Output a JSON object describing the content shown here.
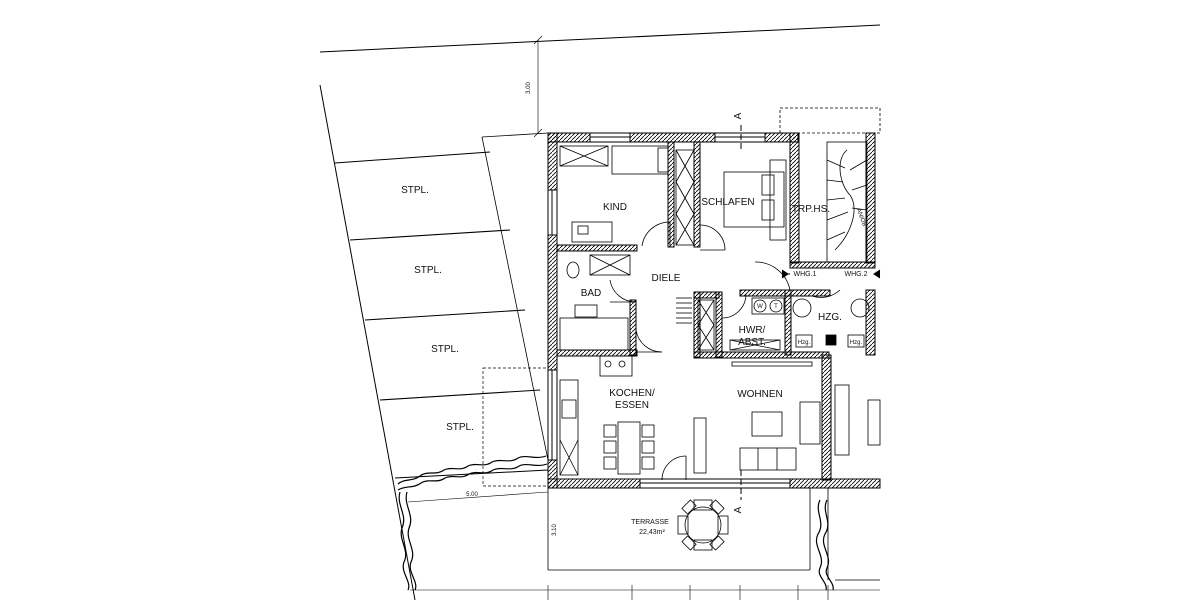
{
  "rooms": {
    "kind": "KIND",
    "schlafen": "SCHLAFEN",
    "trpphs": "TRP.HS.",
    "diele": "DIELE",
    "bad": "BAD",
    "hwr_line1": "HWR/",
    "hwr_line2": "ABST.",
    "hzg": "HZG.",
    "kochen_line1": "KOCHEN/",
    "kochen_line2": "ESSEN",
    "wohnen": "WOHNEN",
    "terrasse": "TERRASSE",
    "terrasse_area": "22,43m²"
  },
  "parking": [
    "STPL.",
    "STPL.",
    "STPL.",
    "STPL."
  ],
  "labels": {
    "whg1": "WHG.1",
    "whg2": "WHG.2",
    "section_top": "A",
    "section_bottom": "A",
    "hzg_tag_left": "Hzg.",
    "hzg_tag_right": "Hzg.",
    "washer": "W",
    "dryer": "T",
    "stair_note": "AN/OB"
  },
  "dimensions": {
    "top": "3.00",
    "parking_width": "5.00",
    "terrace": "3.10"
  }
}
